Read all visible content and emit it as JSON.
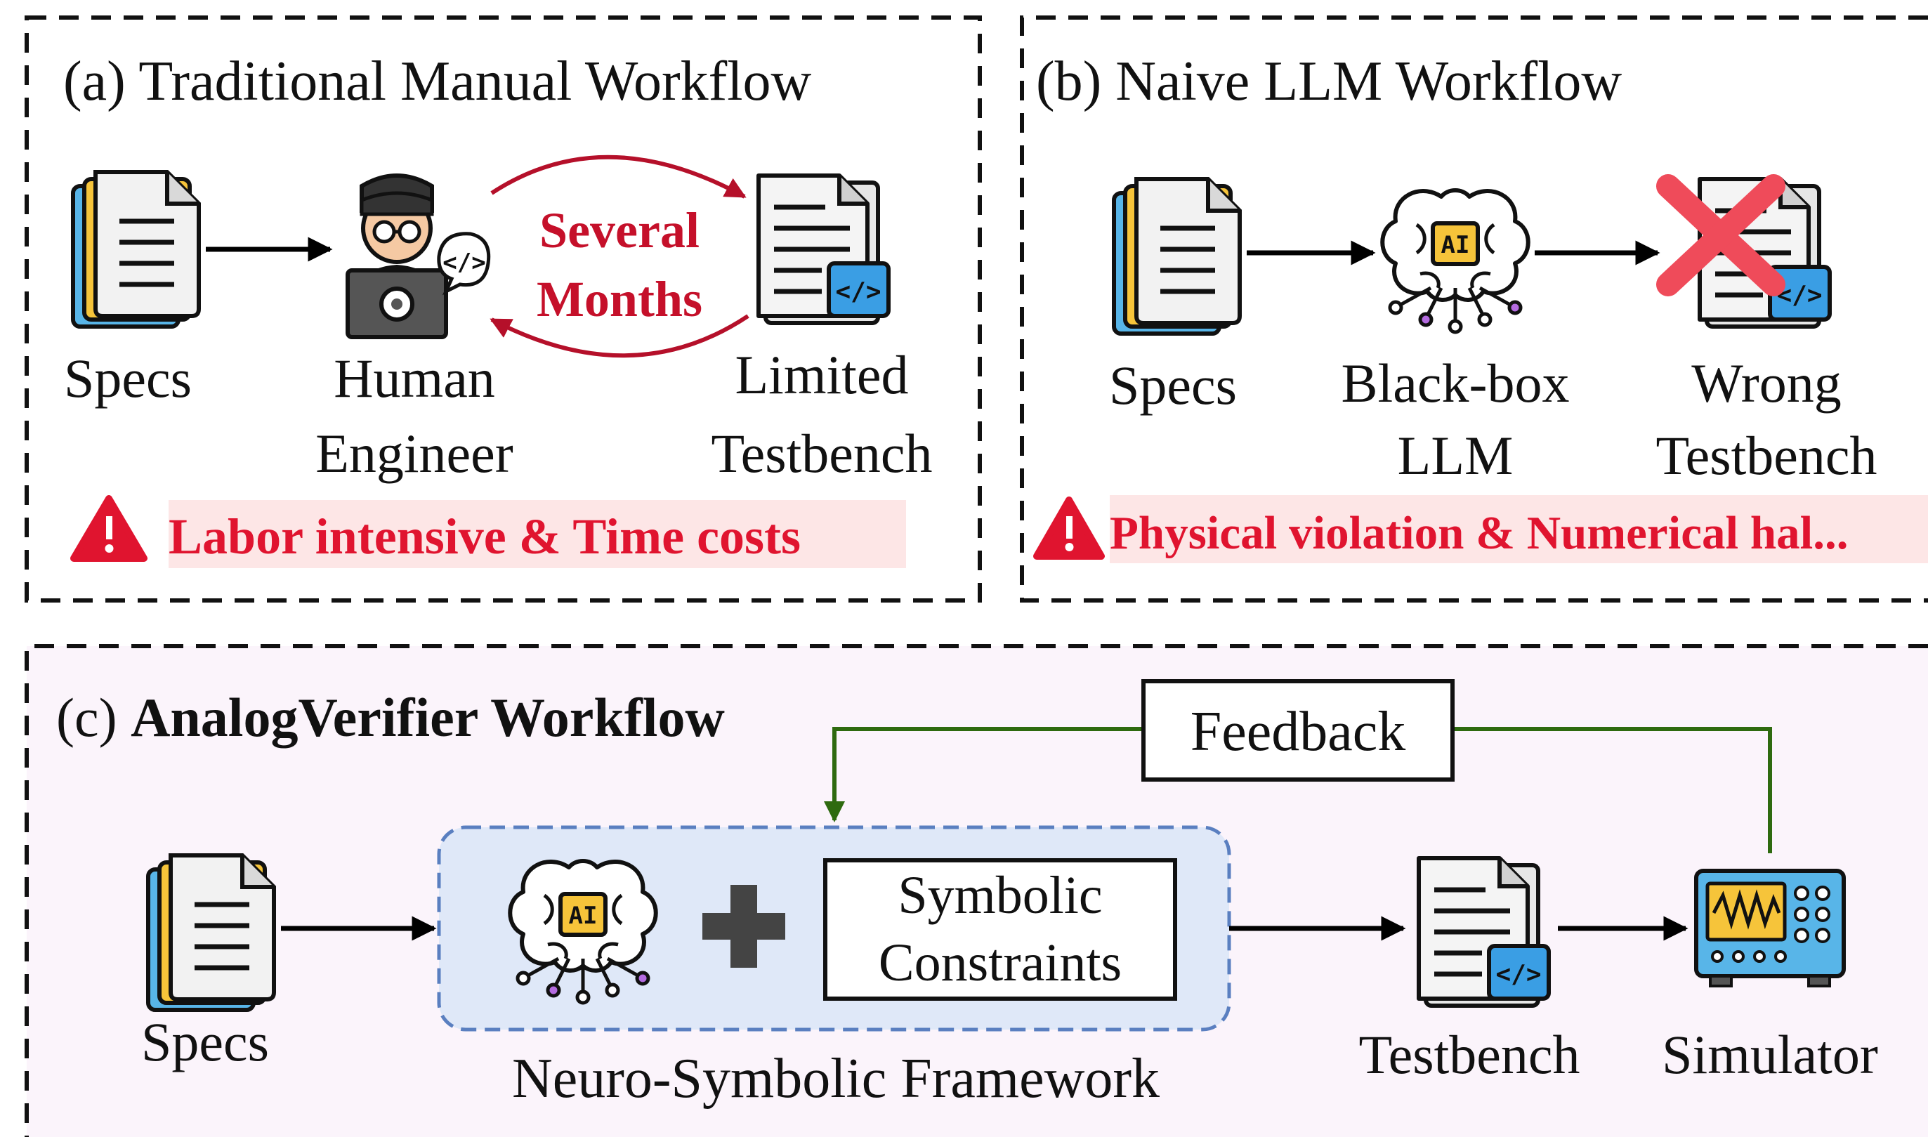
{
  "panels": {
    "a": {
      "title": "(a) Traditional Manual Workflow",
      "specs": "Specs",
      "engineer_line1": "Human",
      "engineer_line2": "Engineer",
      "testbench_line1": "Limited",
      "testbench_line2": "Testbench",
      "loop_line1": "Several",
      "loop_line2": "Months",
      "warning": "Labor intensive & Time costs"
    },
    "b": {
      "title": "(b) Naive LLM Workflow",
      "specs": "Specs",
      "llm_line1": "Black-box",
      "llm_line2": "LLM",
      "testbench_line1": "Wrong",
      "testbench_line2": "Testbench",
      "warning": "Physical violation & Numerical hal..."
    },
    "c": {
      "title_prefix": "(c) ",
      "title_bold": "AnalogVerifier Workflow",
      "specs": "Specs",
      "feedback": "Feedback",
      "symbolic_line1": "Symbolic",
      "symbolic_line2": "Constraints",
      "framework": "Neuro-Symbolic Framework",
      "testbench": "Testbench",
      "simulator": "Simulator"
    }
  },
  "icons": {
    "ai_chip_label": "AI",
    "code_label": "</>"
  },
  "colors": {
    "warning_text": "#e0142f",
    "warning_bg": "#fde6e6",
    "feedback_line": "#2e6a0f",
    "framework_fill": "#dfe8f8",
    "framework_border": "#5a7fc0",
    "panel_c_bg": "#fbf4fb",
    "loop_arrow": "#b5102a"
  }
}
